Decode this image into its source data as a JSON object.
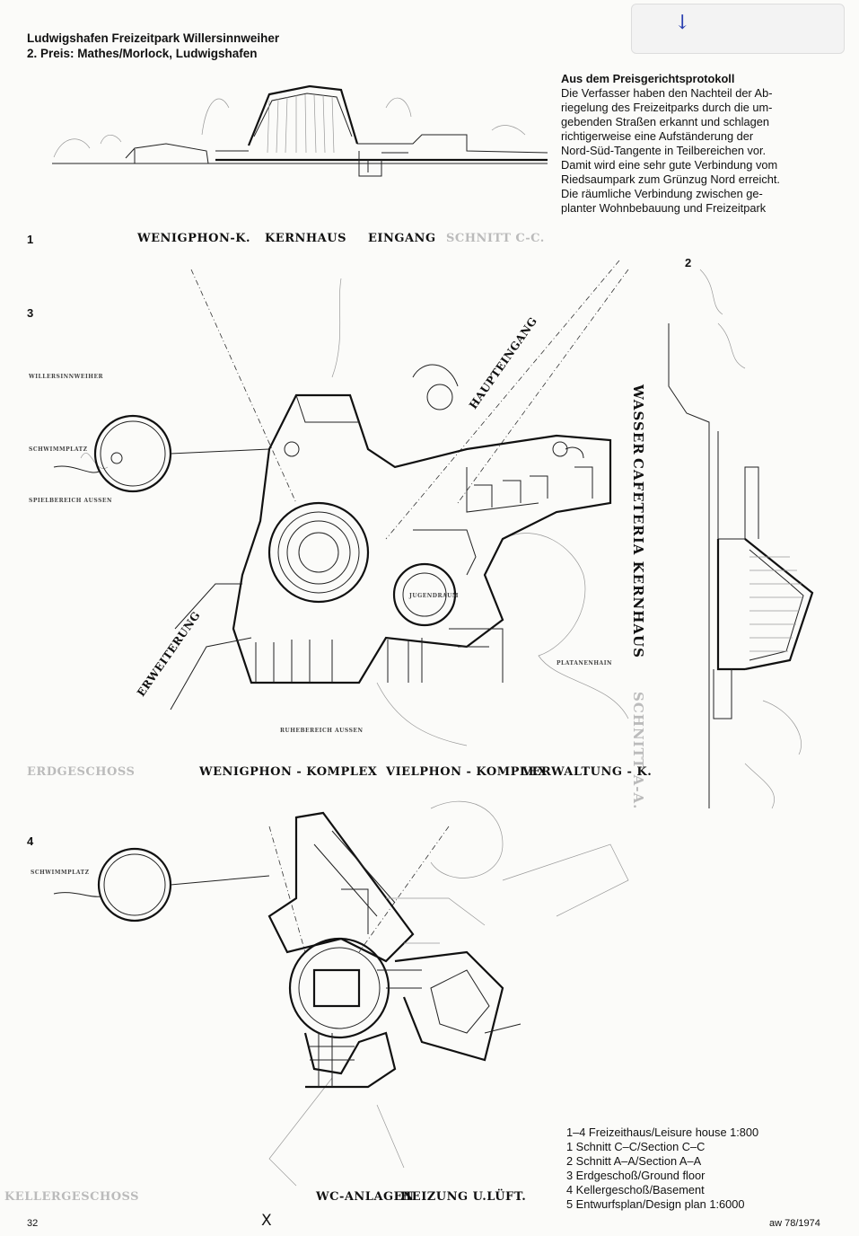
{
  "header": {
    "title": "Ludwigshafen Freizeitpark Willersinnweiher",
    "subtitle": "2. Preis: Mathes/Morlock, Ludwigshafen"
  },
  "note": {
    "mark": "↓"
  },
  "jury": {
    "title": "Aus dem Preisgerichtsprotokoll",
    "lines": [
      "Die Verfasser haben den Nachteil der Ab-",
      "riegelung des Freizeitparks durch die um-",
      "gebenden Straßen erkannt und schlagen",
      "richtigerweise eine Aufständerung der",
      "Nord-Süd-Tangente in Teilbereichen vor.",
      "Damit wird eine sehr gute Verbindung vom",
      "Riedsaumpark zum Grünzug Nord erreicht.",
      "Die räumliche Verbindung zwischen ge-",
      "planter Wohnbebauung und Freizeitpark"
    ]
  },
  "section1": {
    "number": "1",
    "labels": [
      "WENIGPHON-K.",
      "KERNHAUS",
      "EINGANG",
      "SCHNITT C-C."
    ]
  },
  "section2": {
    "number": "2",
    "vertical_labels": [
      "WASSER",
      "CAFETERIA KERNHAUS",
      "SCHNITT A-A."
    ]
  },
  "plan3": {
    "number": "3",
    "left_labels": [
      "WILLERSINNWEIHER",
      "SCHWIMMPLATZ",
      "SPIELBEREICH AUSSEN"
    ],
    "diagonal_labels": [
      "HAUPTEINGANG",
      "ERWEITERUNG"
    ],
    "room_labels": [
      "JUGENDRAUM",
      "PLATANENHAIN",
      "RUHEBEREICH AUSSEN"
    ],
    "bottom_labels": [
      "ERDGESCHOSS",
      "WENIGPHON - KOMPLEX",
      "VIELPHON - KOMPLEX",
      "VERWALTUNG - K."
    ]
  },
  "plan4": {
    "number": "4",
    "left_labels": [
      "SCHWIMMPLATZ"
    ],
    "bottom_labels": [
      "KELLERGESCHOSS",
      "WC-ANLAGEN",
      "HEIZUNG U.LÜFT."
    ]
  },
  "caption": {
    "lines": [
      "1–4  Freizeithaus/Leisure house 1:800",
      "1  Schnitt C–C/Section C–C",
      "2  Schnitt A–A/Section A–A",
      "3  Erdgeschoß/Ground floor",
      "4  Kellergeschoß/Basement",
      "5  Entwurfsplan/Design plan 1:6000"
    ]
  },
  "footer": {
    "page": "32",
    "mark": "X",
    "journal": "aw 78/1974"
  }
}
